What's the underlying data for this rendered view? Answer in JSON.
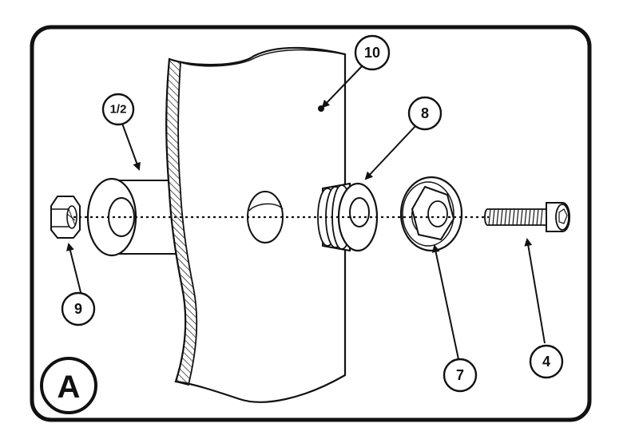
{
  "panel": {
    "label": "A"
  },
  "callouts": {
    "part_1_2": "1/2",
    "part_10": "10",
    "part_8": "8",
    "part_9": "9",
    "part_7": "7",
    "part_4": "4"
  },
  "colors": {
    "stroke": "#111111",
    "background": "#ffffff",
    "hatch": "#111111"
  }
}
